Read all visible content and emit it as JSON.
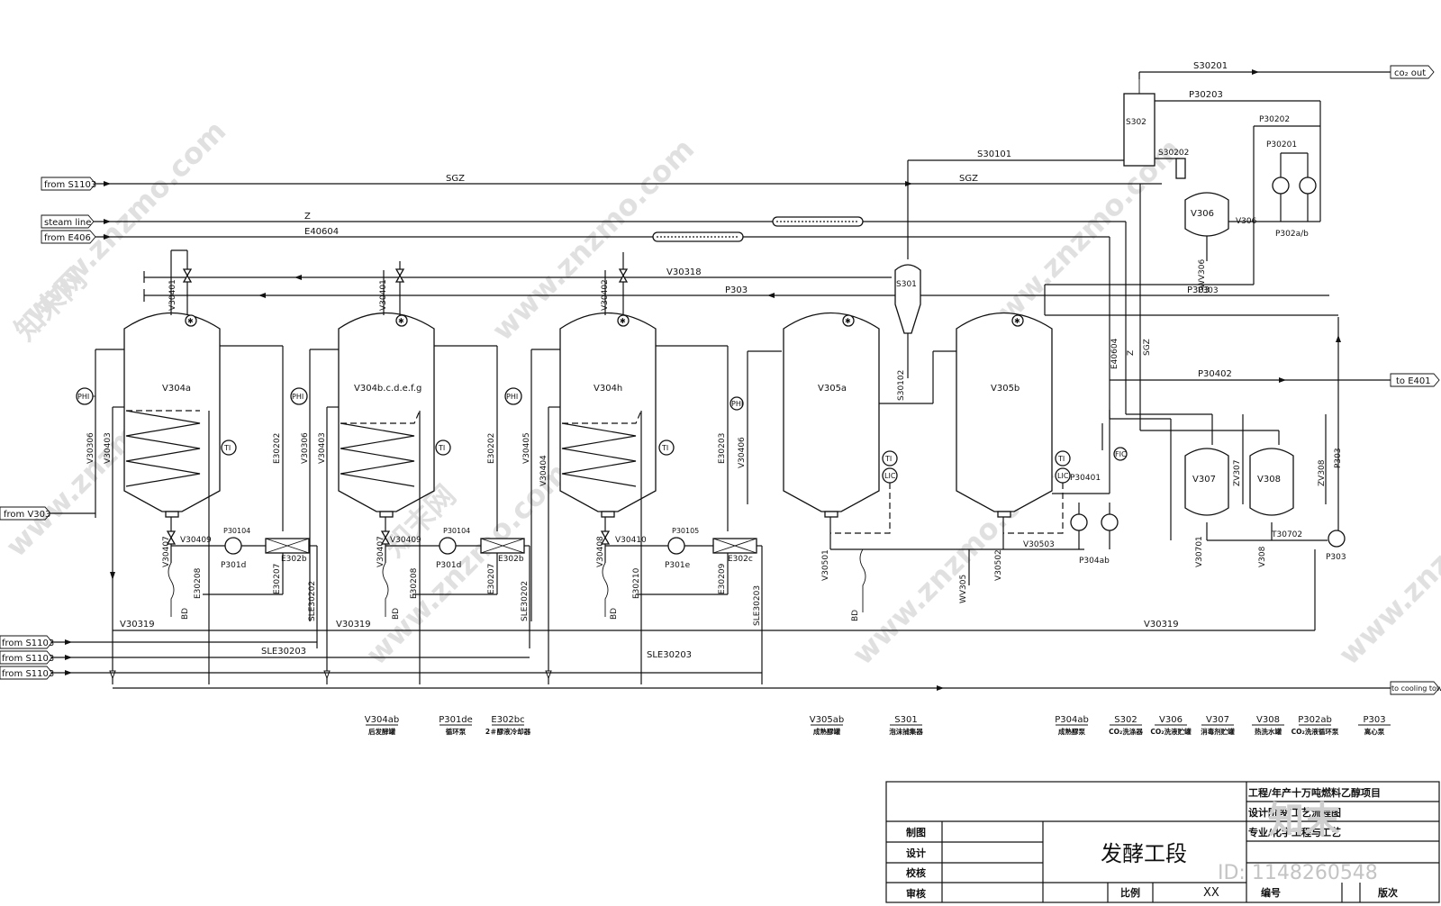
{
  "sources": {
    "s1103_top": "from  S1103",
    "steam": "steam  line",
    "e406": "from  E406",
    "v303": "from  V303",
    "s1103_a": "from  S1103",
    "s1103_b": "from  S1103",
    "s1103_c": "from  S1103"
  },
  "destinations": {
    "co2_out": "co₂ out",
    "e401": "to  E401",
    "cooling_tower": "to cooling tower"
  },
  "lines": {
    "sgz": "SGZ",
    "sgz2": "SGZ",
    "z": "Z",
    "e40604": "E40604",
    "s30201": "S30201",
    "p30203": "P30203",
    "p30202": "P30202",
    "p30201": "P30201",
    "s30101": "S30101",
    "s30202": "S30202",
    "v306_line": "V306",
    "wv306": "WV306",
    "v30318": "V30318",
    "p303_top": "P303",
    "p303_right": "P303",
    "p30402": "P30402",
    "e40604_v": "E40604",
    "z_v": "Z",
    "sgz_v": "SGZ",
    "v30401": "V30401",
    "v30401b": "V30401",
    "v30402": "V30402",
    "v30306": "V30306",
    "v30403": "V30403",
    "e30202": "E30202",
    "v30306b": "V30306",
    "v30403b": "V30403",
    "e30202b": "E30202",
    "v30405": "V30405",
    "v30404": "V30404",
    "e30203": "E30203",
    "v30406": "V30406",
    "s30102": "S30102",
    "v30407": "V30407",
    "v30409": "V30409",
    "e30208": "E30208",
    "e30207": "E30207",
    "sle30202": "SLE30202",
    "v30407b": "V30407",
    "v30409b": "V30409",
    "e30208b": "E30208",
    "e30207b": "E30207",
    "sle30202b": "SLE30202",
    "v30408": "V30408",
    "v30410": "V30410",
    "e30210": "E30210",
    "e30209": "E30209",
    "sle30203": "SLE30203",
    "v30319": "V30319",
    "v30319b": "V30319",
    "v30319c": "V30319",
    "sle30203_h1": "SLE30203",
    "sle30203_h2": "SLE30203",
    "v30501": "V30501",
    "v30502": "V30502",
    "v30503": "V30503",
    "wv305": "WV305",
    "p30401": "P30401",
    "v30701": "V30701",
    "v308_line": "V308",
    "t30702": "T30702",
    "zv307": "ZV307",
    "zv308": "ZV308",
    "bd1": "BD",
    "bd2": "BD",
    "bd3": "BD",
    "bd4": "BD"
  },
  "equipment": {
    "v304a": "V304a",
    "v304bg": "V304b.c.d.e.f.g",
    "v304h": "V304h",
    "v305a": "V305a",
    "v305b": "V305b",
    "s301": "S301",
    "s302": "S302",
    "v306": "V306",
    "v307": "V307",
    "v308": "V308",
    "p302ab": "P302a/b",
    "p303": "P303",
    "p304ab": "P304ab",
    "p301d": "P301d",
    "p301d2": "P301d",
    "p301e": "P301e",
    "p30104": "P30104",
    "p30104b": "P30104",
    "p30105": "P30105",
    "e302b": "E302b",
    "e302b2": "E302b",
    "e302c": "E302c"
  },
  "instruments": {
    "ph1": "PHI",
    "ph2": "PHI",
    "ph3": "PHI",
    "ti": "TI",
    "lc": "LIC",
    "fic": "FIC"
  },
  "legend": [
    {
      "tag": "V304ab",
      "desc": "后发酵罐"
    },
    {
      "tag": "P301de",
      "desc": "循环泵"
    },
    {
      "tag": "E302bc",
      "desc": "2＃醪液冷却器"
    },
    {
      "tag": "V305ab",
      "desc": "成熟醪罐"
    },
    {
      "tag": "S301",
      "desc": "泡沫捕集器"
    },
    {
      "tag": "P304ab",
      "desc": "成熟醪泵"
    },
    {
      "tag": "S302",
      "desc": "CO₂洗涤器"
    },
    {
      "tag": "V306",
      "desc": "CO₂洗液贮罐"
    },
    {
      "tag": "V307",
      "desc": "消毒剂贮罐"
    },
    {
      "tag": "V308",
      "desc": "热洗水罐"
    },
    {
      "tag": "P302ab",
      "desc": "CO₂洗液循环泵"
    },
    {
      "tag": "P303",
      "desc": "离心泵"
    }
  ],
  "title_block": {
    "project": "工程/年产十万吨燃料乙醇项目",
    "design_stage": "设计阶段/工艺流程图",
    "major": "专业/化学工程与工艺",
    "drawn": "制图",
    "design": "设计",
    "check": "校核",
    "review": "审核",
    "drawing_name": "发酵工段",
    "scale_label": "比例",
    "scale": "XX",
    "number_label": "编号",
    "page_label": "版次"
  },
  "watermark": {
    "text": "www.znzmo.com",
    "brand": "知末网",
    "logo": "知末",
    "id": "ID: 1148260548"
  }
}
